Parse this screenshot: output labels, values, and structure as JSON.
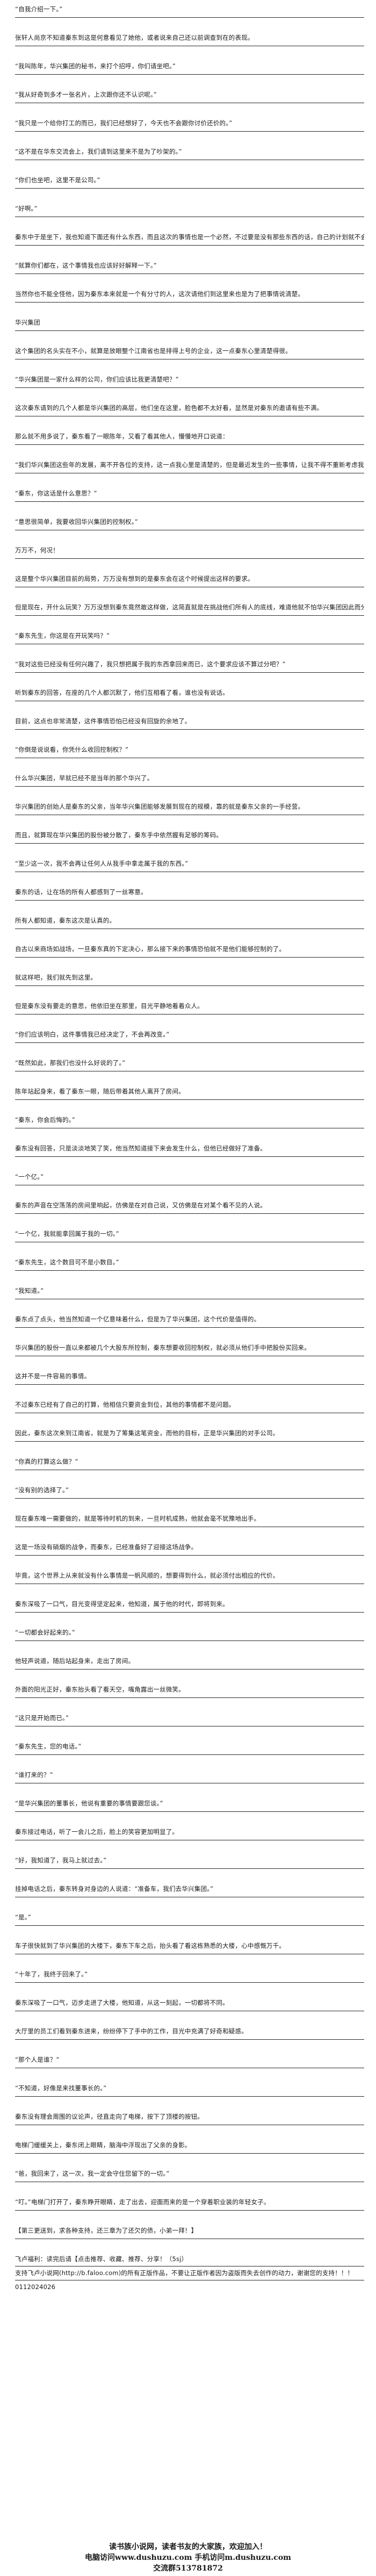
{
  "paragraphs": [
    "“自我介绍一下。”",
    "张轩人尚京不知道秦东到这是何意看见了她他，或者说来自己还以前调查到在的表现。",
    "“我叫陈年，华兴集团的秘书，来打个招呼，你们请坐吧。”",
    "“我从好奇到多才一张名片，上次跟你还不认识呢。”",
    "“我只是一个给你打工的而已，我们已经想好了，今天也不会跟你讨价还价的。”",
    "“这不是在华东交流会上，我们请到这里来不是为了吵架的。”",
    "“你们也坐吧，这里不是公司。”",
    "“好啊。”",
    "秦东中于是坐下，我也知道下面还有什么东西，而且这次的事情也是一个必然，不过要是没有那些东西的话，自己的计划就不会有太大的问题了。",
    "“就算你们都在，这个事情我也应该好好解释一下。”",
    "当然你也不能全怪他，因为秦东本来就是一个有分寸的人，这次请他们到这里来也是为了把事情说清楚。",
    "华兴集团",
    "这个集团的名头实在不小，就算是放眼整个江南省也是排得上号的企业，这一点秦东心里清楚得很。",
    "“华兴集团是一家什么样的公司，你们应该比我更清楚吧？”",
    "这次秦东请到的几个人都是华兴集团的高层，他们坐在这里，脸色都不太好看，显然是对秦东的邀请有些不满。",
    "那么就不用多说了，秦东看了一眼陈年，又看了看其他人，慢慢地开口说道：",
    "“我们华兴集团这些年的发展，离不开各位的支持，这一点我心里是清楚的，但是最近发生的一些事情，让我不得不重新考虑我们之间的合作关系。”",
    "“秦东，你这话是什么意思？”",
    "“意思很简单，我要收回华兴集团的控制权。”",
    "万万不，何况！",
    "这是整个华兴集团目前的局势，万万没有想到的是秦东会在这个时候提出这样的要求。",
    "但是现在，开什么玩笑？万万没想到秦东竟然敢这样做，这简直就是在挑战他们所有人的底线，难道他就不怕华兴集团因此而分崩离析吗？",
    "“秦东先生，你这是在开玩笑吗？”",
    "“我对这些已经没有任何兴趣了，我只想把属于我的东西拿回来而已，这个要求应该不算过分吧？”",
    "听到秦东的回答，在座的几个人都沉默了，他们互相看了看，谁也没有说话。",
    "目前，这点也非常清楚，这件事情恐怕已经没有回旋的余地了。",
    "“你倒是说说看，你凭什么收回控制权？”",
    "什么华兴集团，早就已经不是当年的那个华兴了。",
    "华兴集团的创始人是秦东的父亲，当年华兴集团能够发展到现在的规模，靠的就是秦东父亲的一手经营。",
    "而且，就算现在华兴集团的股份被分散了，秦东手中依然握有足够的筹码。",
    "“至少这一次，我不会再让任何人从我手中拿走属于我的东西。”",
    "秦东的话，让在场的所有人都感到了一丝寒意。",
    "所有人都知道，秦东这次是认真的。",
    "自古以来商场如战场，一旦秦东真的下定决心，那么接下来的事情恐怕就不是他们能够控制的了。",
    "就这样吧，我们就先到这里。",
    "但是秦东没有要走的意思，他依旧坐在那里，目光平静地看着众人。",
    "“你们应该明白，这件事情我已经决定了，不会再改变。”",
    "“既然如此，那我们也没什么好说的了。”",
    "陈年站起身来，看了秦东一眼，随后带着其他人离开了房间。",
    "“秦东，你会后悔的。”",
    "秦东没有回答，只是淡淡地笑了笑，他当然知道接下来会发生什么，但他已经做好了准备。",
    "“一个亿。”",
    "秦东的声音在空荡荡的房间里响起，仿佛是在对自己说，又仿佛是在对某个看不见的人说。",
    "“一个亿，我就能拿回属于我的一切。”",
    "“秦东先生，这个数目可不是小数目。”",
    "“我知道。”",
    "秦东点了点头，他当然知道一个亿意味着什么，但是为了华兴集团，这个代价是值得的。",
    "华兴集团的股份一直以来都被几个大股东所控制，秦东想要收回控制权，就必须从他们手中把股份买回来。",
    "这并不是一件容易的事情。",
    "不过秦东已经有了自己的打算，他相信只要资金到位，其他的事情都不是问题。",
    "因此，秦东这次来到江南省，就是为了筹集这笔资金，而他的目标，正是华兴集团的对手公司。",
    "“你真的打算这么做？”",
    "“没有别的选择了。”",
    "现在秦东唯一需要做的，就是等待时机的到来，一旦时机成熟，他就会毫不犹豫地出手。",
    "这是一场没有硝烟的战争，而秦东，已经准备好了迎接这场战争。",
    "毕竟，这个世界上从来就没有什么事情是一帆风顺的，想要得到什么，就必须付出相应的代价。",
    "秦东深吸了一口气，目光变得坚定起来，他知道，属于他的时代，即将到来。",
    "“一切都会好起来的。”",
    "他轻声说道，随后站起身来，走出了房间。",
    "外面的阳光正好，秦东抬头看了看天空，嘴角露出一丝微笑。",
    "“这只是开始而已。”",
    "“秦东先生，您的电话。”",
    "“谁打来的？”",
    "“是华兴集团的董事长，他说有重要的事情要跟您谈。”",
    "秦东接过电话，听了一会儿之后，脸上的笑容更加明显了。",
    "“好，我知道了，我马上就过去。”",
    "挂掉电话之后，秦东转身对身边的人说道：“准备车，我们去华兴集团。”",
    "“是。”",
    "车子很快就到了华兴集团的大楼下，秦东下车之后，抬头看了看这栋熟悉的大楼，心中感慨万千。",
    "“十年了，我终于回来了。”",
    "秦东深吸了一口气，迈步走进了大楼，他知道，从这一刻起，一切都将不同。",
    "大厅里的员工们看到秦东进来，纷纷停下了手中的工作，目光中充满了好奇和疑惑。",
    "“那个人是谁？”",
    "“不知道，好像是来找董事长的。”",
    "秦东没有理会周围的议论声，径直走向了电梯，按下了顶楼的按钮。",
    "电梯门缓缓关上，秦东闭上眼睛，脑海中浮现出了父亲的身影。",
    "“爸，我回来了，这一次，我一定会守住您留下的一切。”",
    "“叮。”电梯门打开了，秦东睁开眼睛，走了出去，迎面而来的是一个穿着职业装的年轻女子。",
    "【第三更送到，求各种支持，还三章为了还欠的债，小弟一拜！】"
  ],
  "footer_lines": [
    "飞卢福利：读完后请【点击推荐、收藏、推荐、分享！（5sj）",
    "支持飞卢小说网(http://b.faloo.com)的所有正版作品，不要让正版作者因为盗版而失去创作的动力，谢谢您的支持！！！",
    "0112024026"
  ],
  "ad": {
    "line1": "读书族小说网，读者书友的大家族，欢迎加入！",
    "line2": "电脑访问www.dushuzu.com 手机访问m.dushuzu.com",
    "line3": "交流群513781872"
  }
}
